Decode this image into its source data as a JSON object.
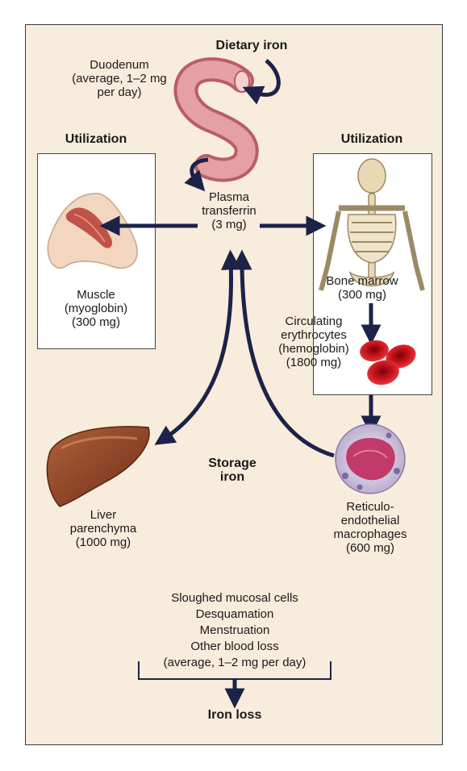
{
  "dietary_iron": "Dietary iron",
  "duodenum": [
    "Duodenum",
    "(average, 1–2 mg",
    "per day)"
  ],
  "utilization_left": "Utilization",
  "utilization_right": "Utilization",
  "plasma": [
    "Plasma",
    "transferrin",
    "(3 mg)"
  ],
  "muscle": [
    "Muscle",
    "(myoglobin)",
    "(300 mg)"
  ],
  "bone_marrow": [
    "Bone marrow",
    "(300 mg)"
  ],
  "erythrocytes": [
    "Circulating",
    "erythrocytes",
    "(hemoglobin)",
    "(1800 mg)"
  ],
  "storage": [
    "Storage",
    "iron"
  ],
  "liver": [
    "Liver",
    "parenchyma",
    "(1000 mg)"
  ],
  "macrophages": [
    "Reticulo-",
    "endothelial",
    "macrophages",
    "(600 mg)"
  ],
  "losses": [
    "Sloughed mucosal cells",
    "Desquamation",
    "Menstruation",
    "Other blood loss",
    "(average, 1–2 mg per day)"
  ],
  "iron_loss": "Iron loss",
  "colors": {
    "background": "#f8ecdc",
    "arrow": "#1c2348",
    "blood_cell": "#c8141c",
    "liver": "#8a4126",
    "muscle": "#c0524a",
    "bone": "#e8d9b4",
    "intestine": "#d98a8e"
  }
}
